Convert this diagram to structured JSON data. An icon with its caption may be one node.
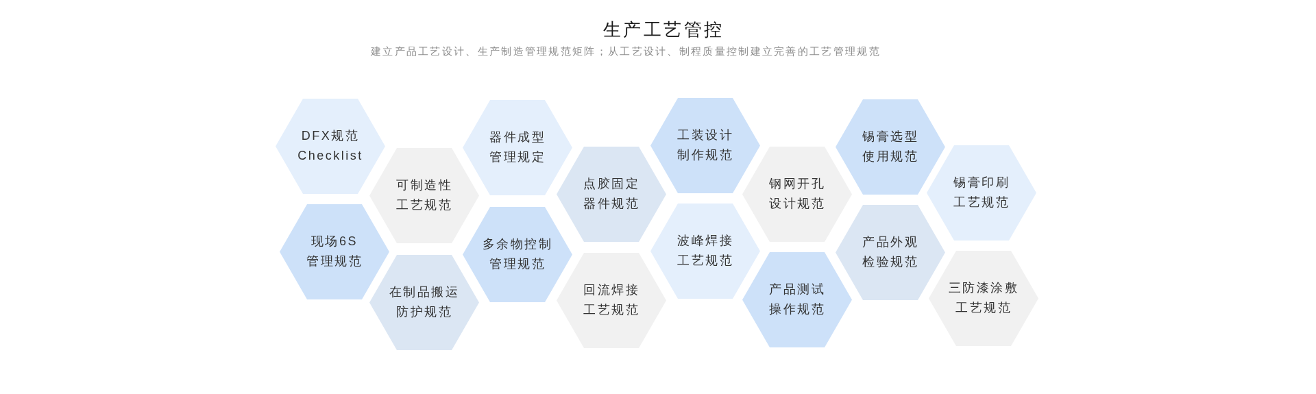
{
  "diagram": {
    "title": "生产工艺管控",
    "nodes": [
      {
        "text": [
          "DFX规范 Checklist"
        ]
      },
      {
        "text": [
          "现场6S管理规范"
        ]
      },
      {
        "text": [
          "可制造性工艺规范"
        ]
      },
      {
        "text": [
          "在制品搬运防护规范"
        ]
      },
      {
        "text": [
          "器件成型管理规定"
        ]
      },
      {
        "text": [
          "多余物控制管理规范"
        ]
      },
      {
        "text": [
          "点胶固定器件规范"
        ]
      },
      {
        "text": [
          "回流焊接工艺规范"
        ]
      },
      {
        "text": [
          "工装设计制作规范"
        ]
      },
      {
        "text": [
          "波峰焊接工艺规范"
        ]
      },
      {
        "text": [
          "钢网开孔设计规范"
        ]
      },
      {
        "text": [
          "产品测试操作规范"
        ]
      },
      {
        "text": [
          "锡膏选型使用规范"
        ]
      },
      {
        "text": [
          "产品外观检验规范"
        ]
      },
      {
        "text": [
          "锡膏印刷工艺规范"
        ]
      },
      {
        "text": [
          "三防漆涂敷工艺规范"
        ]
      }
    ],
    "labels": [
      "建立产品工艺设计、生产制造管理规范矩阵；从工艺设计、制程质量控制建立完善的工艺管理规范"
    ]
  }
}
